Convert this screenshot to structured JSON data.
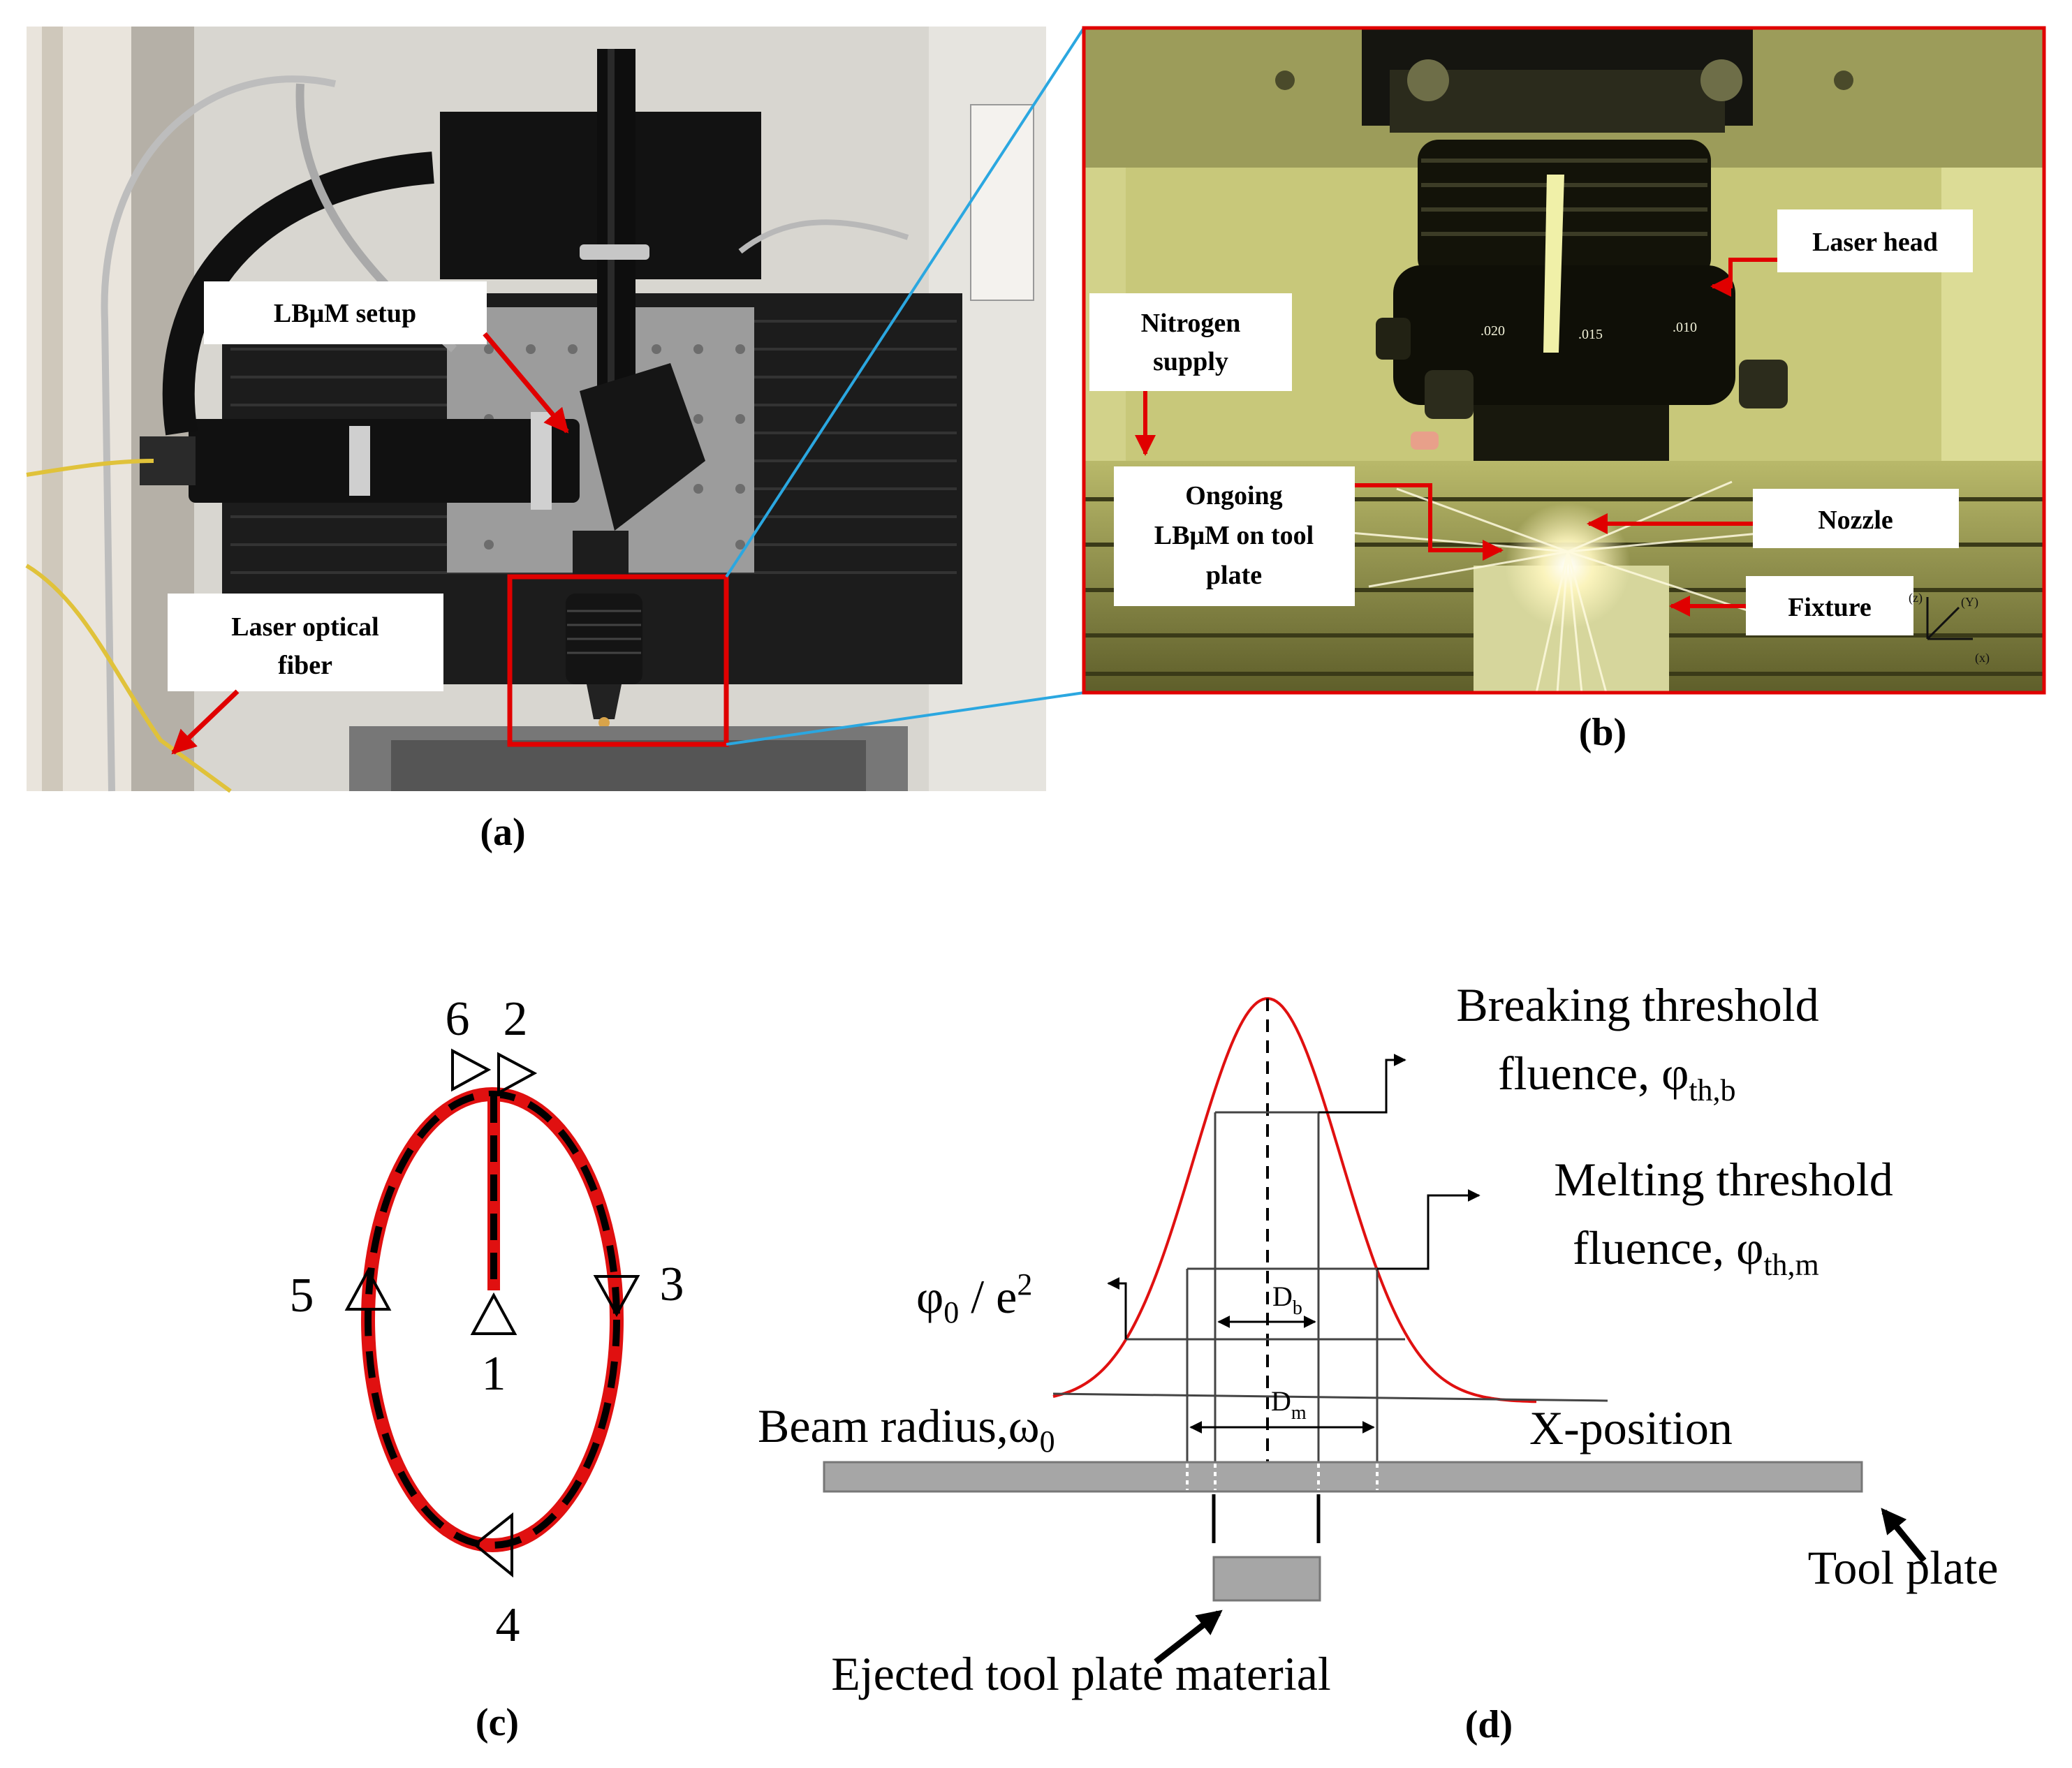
{
  "panels": {
    "a": {
      "caption": "(a)",
      "labels": {
        "setup": "LBμM setup",
        "fiber_line1": "Laser optical",
        "fiber_line2": "fiber"
      }
    },
    "b": {
      "caption": "(b)",
      "labels": {
        "laser_head": "Laser head",
        "nitrogen_line1": "Nitrogen",
        "nitrogen_line2": "supply",
        "ongoing_line1": "Ongoing",
        "ongoing_line2": "LBμM on tool",
        "ongoing_line3": "plate",
        "nozzle": "Nozzle",
        "fixture": "Fixture"
      },
      "axes": {
        "z": "(z)",
        "y": "(Y)",
        "x": "(x)"
      },
      "dial": {
        "d1": ".020",
        "d2": ".015",
        "d3": ".010"
      }
    },
    "c": {
      "caption": "(c)",
      "points": [
        "1",
        "2",
        "3",
        "4",
        "5",
        "6"
      ]
    },
    "d": {
      "caption": "(d)",
      "breaking_line1": "Breaking threshold",
      "breaking_line2": "fluence, φ",
      "breaking_sub": "th,b",
      "melting_line1": "Melting threshold",
      "melting_line2": "fluence, φ",
      "melting_sub": "th,m",
      "phi0_base": "φ",
      "phi0_sub": "0",
      "phi0_rest": " / e",
      "phi0_sup": "2",
      "db_base": "D",
      "db_sub": "b",
      "dm_base": "D",
      "dm_sub": "m",
      "beam_radius": "Beam radius,ω",
      "beam_radius_sub": "0",
      "x_position": "X-position",
      "tool_plate": "Tool plate",
      "ejected": "Ejected tool plate material"
    }
  },
  "colors": {
    "callout_red": "#e00000",
    "leader_blue": "#2ba7e0",
    "gaussian_red": "#e01010",
    "plate_gray": "#a6a6a6"
  }
}
